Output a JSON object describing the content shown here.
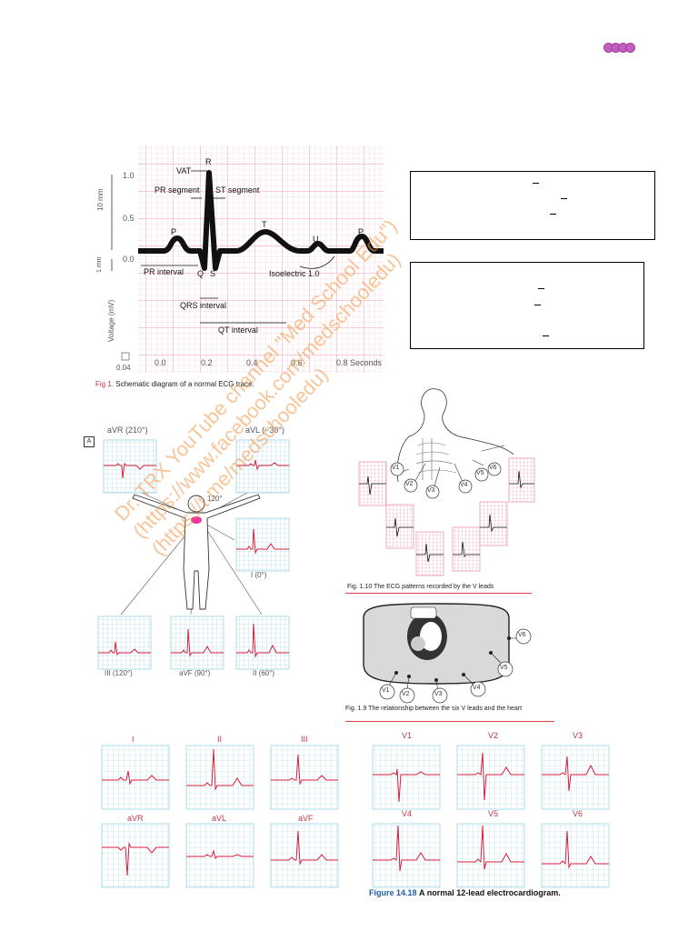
{
  "fig1": {
    "y_ticks": [
      "1.0",
      "0.5",
      "0.0"
    ],
    "x_ticks": [
      "0.0",
      "0.2",
      "0.4",
      "0.6",
      "0.8 Seconds"
    ],
    "ylabel_top": "10 mm",
    "ylabel_mid": "1 mm",
    "ylabel_volt": "Voltage (mV)",
    "scale_label": "0.04",
    "labels": {
      "r": "R",
      "vat": "VAT",
      "pr_seg": "PR segment",
      "st_seg": "ST segment",
      "p1": "P",
      "t": "T",
      "u": "U",
      "p2": "P",
      "q": "Q",
      "s": "S",
      "pr_int": "PR interval",
      "iso": "Isoelectric 1.0",
      "qrs": "QRS interval",
      "qt": "QT interval"
    },
    "caption_fig": "Fig 1.",
    "caption_text": "Schematic diagram of a normal ECG trace."
  },
  "limb": {
    "panel_letter": "A",
    "avr": "aVR (210°)",
    "avl": "aVL (−30°)",
    "angle": "120°",
    "i": "I (0°)",
    "iii": "III (120°)",
    "avf": "aVF (90°)",
    "ii": "II (60°)"
  },
  "vleads": {
    "labels": [
      "V1",
      "V2",
      "V3",
      "V4",
      "V5",
      "V6"
    ],
    "caption": "Fig. 1.10 The ECG patterns recorded by the V leads"
  },
  "heart": {
    "labels": [
      "V1",
      "V2",
      "V3",
      "V4",
      "V5",
      "V6"
    ],
    "caption": "Fig. 1.9 The relationship between the six V leads and the heart"
  },
  "twelve": {
    "leads": [
      "I",
      "II",
      "III",
      "aVR",
      "aVL",
      "aVF",
      "V1",
      "V2",
      "V3",
      "V4",
      "V5",
      "V6"
    ],
    "caption_num": "Figure 14.18",
    "caption_text": "A normal 12-lead electrocardiogram."
  },
  "watermark": [
    "Dr. TRX YouTube channel \"Med School Edu\")",
    "(https://www.facebook.com/medschooledu)",
    "(https://t.me/medschooledu)"
  ],
  "colors": {
    "grid": "#f7b8c4",
    "trace": "#d81e3a",
    "caption_blue": "#1f5ea8",
    "watermark": "#f39646"
  }
}
